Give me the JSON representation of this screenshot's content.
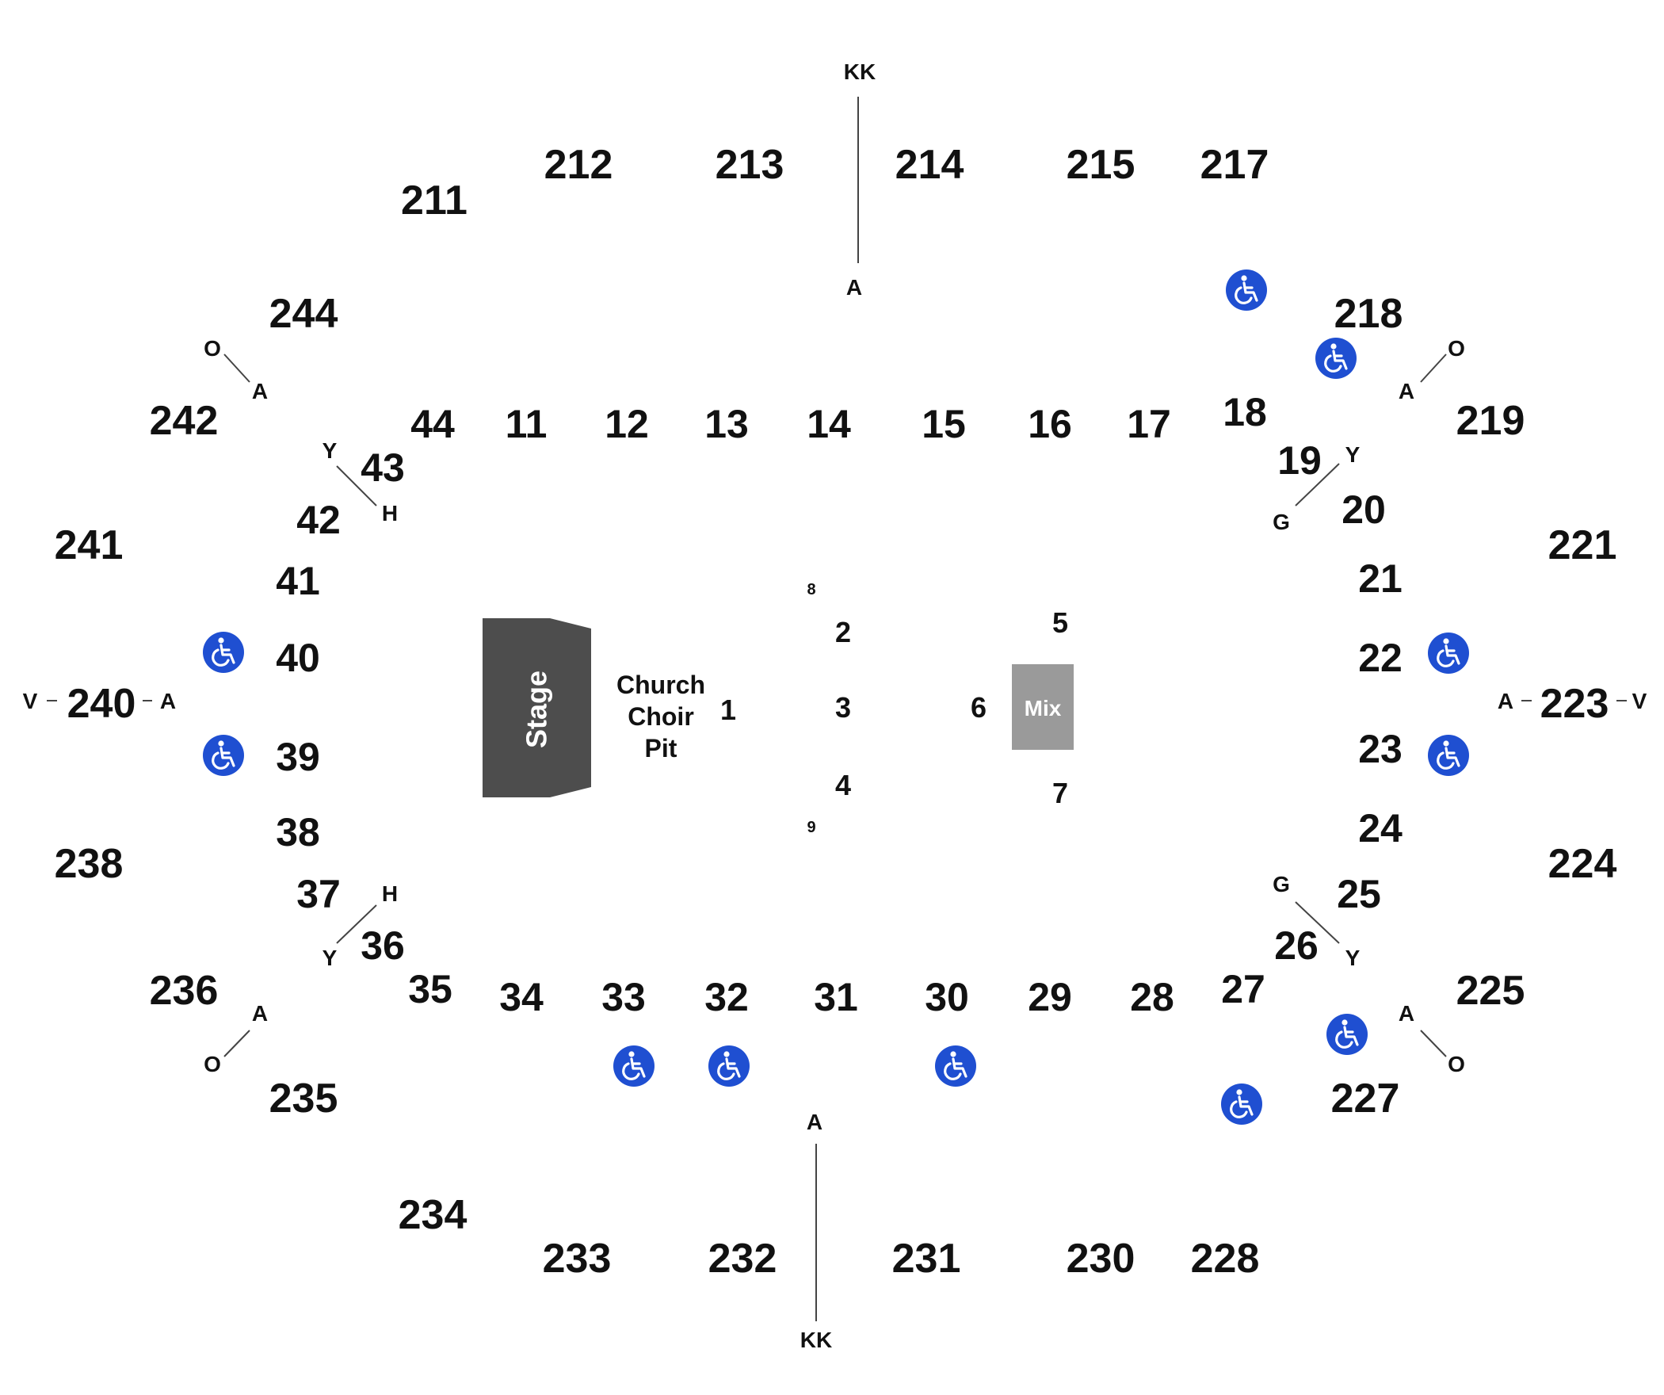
{
  "colors": {
    "stage": "#4d4d4d",
    "mix": "#9a9a9a",
    "accessible": "#1f4fd1",
    "text": "#111111"
  },
  "stage_label": "Stage",
  "pit_label": [
    "Church",
    "Choir",
    "Pit"
  ],
  "mix_label": "Mix",
  "upper_sections": {
    "top": [
      "211",
      "212",
      "213",
      "214",
      "215",
      "217"
    ],
    "right": [
      "218",
      "219",
      "221",
      "223",
      "224",
      "225",
      "227"
    ],
    "bottom": [
      "228",
      "230",
      "231",
      "232",
      "233",
      "234"
    ],
    "left": [
      "235",
      "236",
      "238",
      "240",
      "241",
      "242",
      "244"
    ]
  },
  "lower_sections": {
    "top": [
      "44",
      "11",
      "12",
      "13",
      "14",
      "15",
      "16",
      "17",
      "18"
    ],
    "right": [
      "19",
      "20",
      "21",
      "22",
      "23",
      "24",
      "25",
      "26",
      "27"
    ],
    "bottom": [
      "28",
      "29",
      "30",
      "31",
      "32",
      "33",
      "34",
      "35"
    ],
    "left": [
      "36",
      "37",
      "38",
      "39",
      "40",
      "41",
      "42",
      "43"
    ]
  },
  "floor_sections": [
    "1",
    "2",
    "3",
    "4",
    "5",
    "6",
    "7",
    "8",
    "9"
  ],
  "row_labels": {
    "top_aisle": [
      "KK",
      "A"
    ],
    "bottom_aisle": [
      "A",
      "KK"
    ],
    "nw_upper": [
      "O",
      "A"
    ],
    "ne_upper": [
      "O",
      "A"
    ],
    "sw_upper": [
      "A",
      "O"
    ],
    "se_upper": [
      "A",
      "O"
    ],
    "nw_lower": [
      "Y",
      "H"
    ],
    "ne_lower": [
      "Y",
      "G"
    ],
    "sw_lower": [
      "H",
      "Y"
    ],
    "se_lower": [
      "G",
      "Y"
    ],
    "west": [
      "V",
      "A"
    ],
    "east": [
      "A",
      "V"
    ]
  },
  "accessible_icon": "wheelchair-icon"
}
